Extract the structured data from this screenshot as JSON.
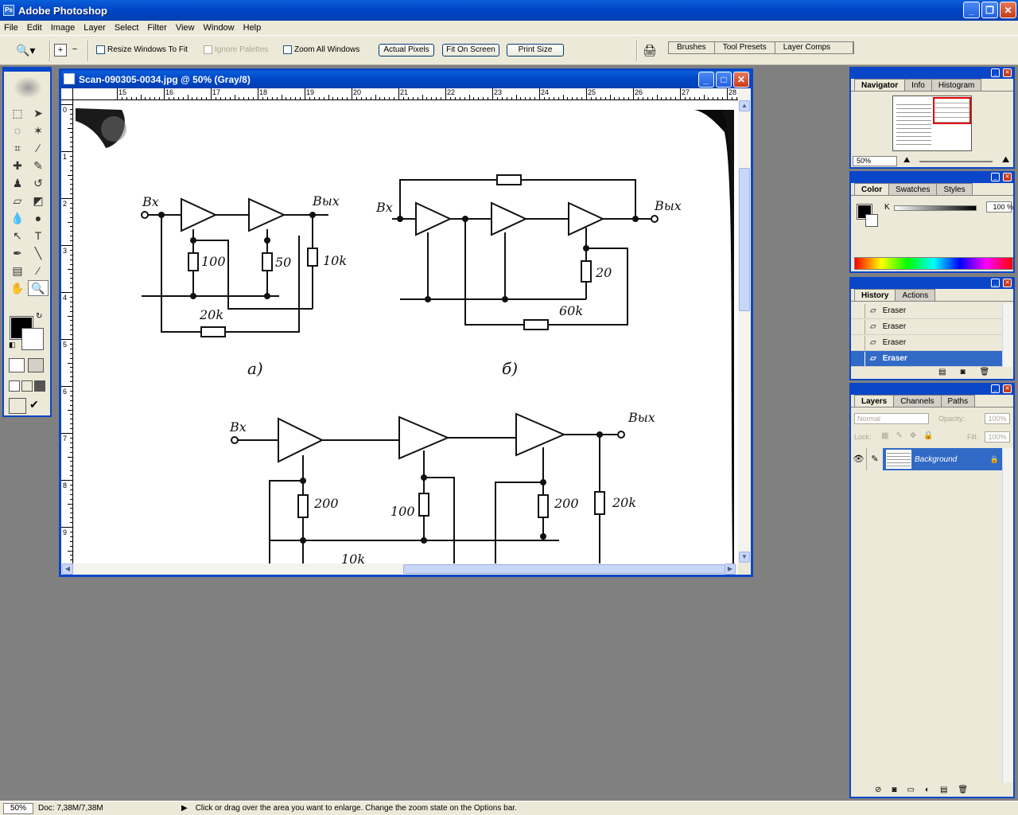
{
  "app": {
    "title": "Adobe Photoshop"
  },
  "menu": [
    "File",
    "Edit",
    "Image",
    "Layer",
    "Select",
    "Filter",
    "View",
    "Window",
    "Help"
  ],
  "options": {
    "resize_windows": "Resize Windows To Fit",
    "ignore_palettes": "Ignore Palettes",
    "zoom_all_windows": "Zoom All Windows",
    "actual_pixels": "Actual Pixels",
    "fit_on_screen": "Fit On Screen",
    "print_size": "Print Size",
    "well_tabs": [
      "Brushes",
      "Tool Presets",
      "Layer Comps"
    ]
  },
  "document": {
    "title": "Scan-090305-0034.jpg @ 50% (Gray/8)",
    "hruler": [
      "15",
      "16",
      "17",
      "18",
      "19",
      "20",
      "21",
      "22",
      "23",
      "24",
      "25",
      "26",
      "27",
      "28"
    ],
    "vruler": [
      "0",
      "1",
      "2",
      "3",
      "4",
      "5",
      "6",
      "7",
      "8",
      "9"
    ]
  },
  "circuit": {
    "a": {
      "in": "Вх",
      "out": "Вых",
      "r1": "100",
      "r2": "50",
      "r3": "10k",
      "r4": "20k",
      "caption": "a)"
    },
    "b": {
      "in": "Вх",
      "out": "Вых",
      "r1": "20",
      "r2": "60k",
      "caption": "б)"
    },
    "c": {
      "in": "Вх",
      "out": "Вых",
      "r1": "200",
      "r2": "100",
      "r3": "200",
      "r4": "20k",
      "r5": "10k"
    }
  },
  "navigator": {
    "tabs": [
      "Navigator",
      "Info",
      "Histogram"
    ],
    "zoom": "50%"
  },
  "color": {
    "tabs": [
      "Color",
      "Swatches",
      "Styles"
    ],
    "channel": "K",
    "value": "100",
    "unit": "%"
  },
  "history": {
    "tabs": [
      "History",
      "Actions"
    ],
    "items": [
      "Eraser",
      "Eraser",
      "Eraser",
      "Eraser"
    ]
  },
  "layers": {
    "tabs": [
      "Layers",
      "Channels",
      "Paths"
    ],
    "blend": "Normal",
    "opacity_label": "Opacity:",
    "opacity": "100%",
    "lock_label": "Lock:",
    "fill_label": "Fill:",
    "fill": "100%",
    "layer_name": "Background"
  },
  "status": {
    "zoom": "50%",
    "doc": "Doc: 7,38M/7,38M",
    "hint": "Click or drag over the area you want to enlarge. Change the zoom state on the Options bar."
  }
}
